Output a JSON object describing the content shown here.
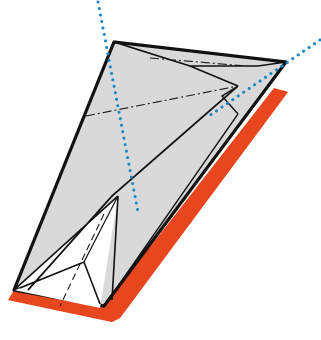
{
  "diagram": {
    "type": "origami-fold-diagram",
    "colors": {
      "paper_front": "#d9d9d9",
      "paper_inner": "#ffffff",
      "paper_back": "#e8461e",
      "edge": "#111111",
      "fold_line": "#1a1a1a",
      "guide_line": "#1b87c4"
    },
    "line_styles": {
      "valley_fold": "dashed",
      "mountain_fold": "dash-dot",
      "guide": "dotted"
    }
  }
}
